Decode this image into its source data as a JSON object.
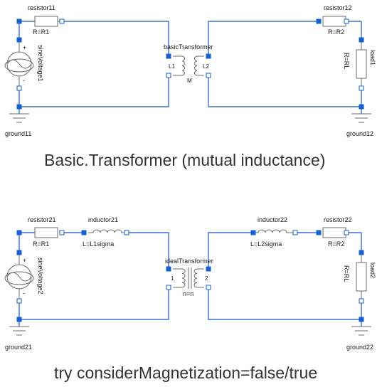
{
  "examples": [
    {
      "caption": "Basic.Transformer (mutual inductance)",
      "components": {
        "resistor_left": {
          "name": "resistor11",
          "param": "R=R1"
        },
        "resistor_right": {
          "name": "resistor12",
          "param": "R=R2"
        },
        "source": {
          "name": "sineVoltage1",
          "plus": "+",
          "minus": "-"
        },
        "load": {
          "name": "load1",
          "param": "R=RL"
        },
        "transformer": {
          "name": "basicTransformer",
          "primary": "L1",
          "secondary": "L2",
          "param": "M"
        },
        "ground_left": {
          "name": "ground11"
        },
        "ground_right": {
          "name": "ground12"
        }
      }
    },
    {
      "caption": "try considerMagnetization=false/true",
      "components": {
        "resistor_left": {
          "name": "resistor21",
          "param": "R=R1"
        },
        "resistor_right": {
          "name": "resistor22",
          "param": "R=R2"
        },
        "inductor_left": {
          "name": "inductor21",
          "param": "L=L1sigma"
        },
        "inductor_right": {
          "name": "inductor22",
          "param": "L=L2sigma"
        },
        "source": {
          "name": "sineVoltage2",
          "plus": "+",
          "minus": "-"
        },
        "load": {
          "name": "load2",
          "param": "R=RL"
        },
        "transformer": {
          "name": "idealTransformer",
          "primary": "1",
          "secondary": "2",
          "param": "n=n"
        },
        "ground_left": {
          "name": "ground21"
        },
        "ground_right": {
          "name": "ground22"
        }
      }
    }
  ]
}
